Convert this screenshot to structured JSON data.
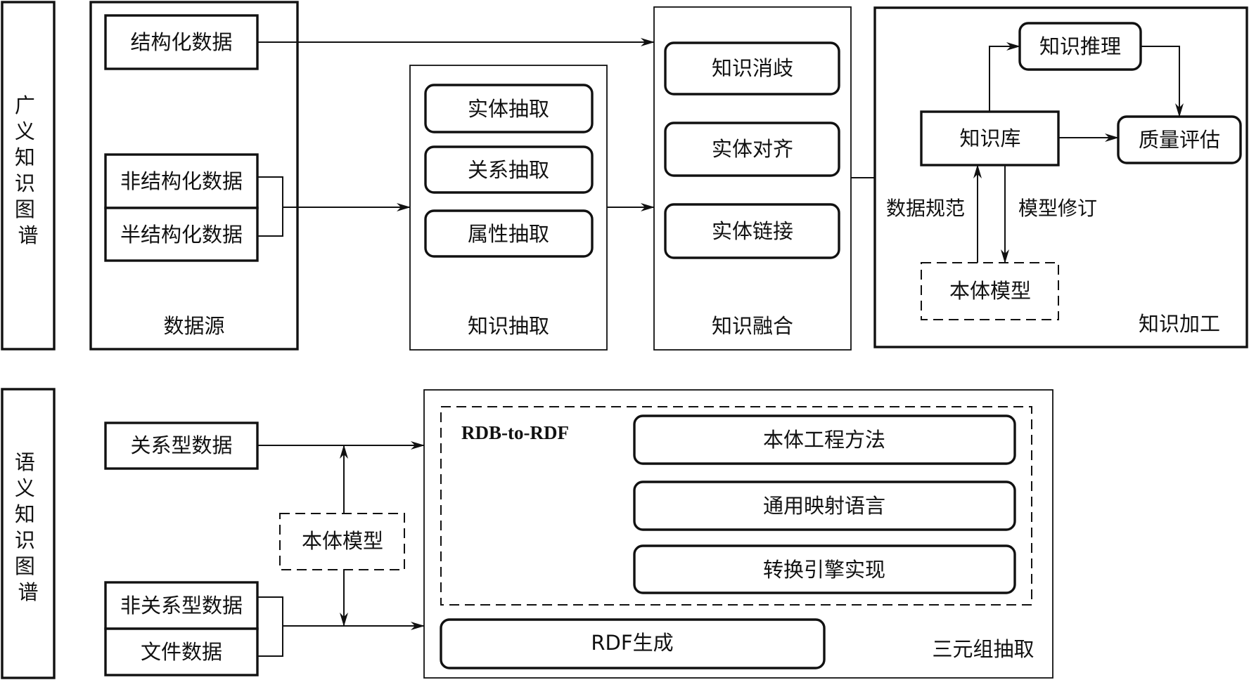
{
  "sections": {
    "broad_kg": {
      "label": "广义知识图谱",
      "data_source": {
        "title": "数据源",
        "structured": "结构化数据",
        "unstructured": "非结构化数据",
        "semi_structured": "半结构化数据"
      },
      "knowledge_extraction": {
        "title": "知识抽取",
        "items": [
          "实体抽取",
          "关系抽取",
          "属性抽取"
        ]
      },
      "knowledge_fusion": {
        "title": "知识融合",
        "items": [
          "知识消歧",
          "实体对齐",
          "实体链接"
        ]
      },
      "knowledge_processing": {
        "title": "知识加工",
        "knowledge_base": "知识库",
        "reasoning": "知识推理",
        "quality": "质量评估",
        "ontology": "本体模型",
        "data_spec_label": "数据规范",
        "model_revision_label": "模型修订"
      }
    },
    "semantic_kg": {
      "label": "语义知识图谱",
      "relational": "关系型数据",
      "non_relational": "非关系型数据",
      "file_data": "文件数据",
      "ontology": "本体模型",
      "triple_extraction": {
        "title": "三元组抽取",
        "rdb_to_rdf": "RDB-to-RDF",
        "methods": [
          "本体工程方法",
          "通用映射语言",
          "转换引擎实现"
        ],
        "rdf_generation": "RDF生成"
      }
    }
  }
}
